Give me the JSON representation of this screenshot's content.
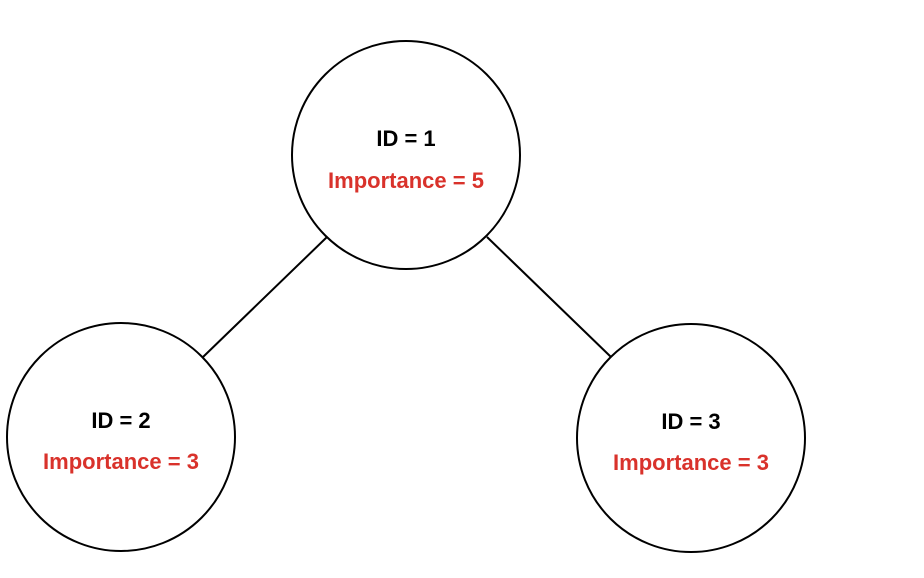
{
  "colors": {
    "id_text": "#000000",
    "importance_text": "#d9322b",
    "stroke": "#000000",
    "background": "#ffffff"
  },
  "nodes": [
    {
      "id_label": "ID = 1",
      "importance_label": "Importance = 5"
    },
    {
      "id_label": "ID = 2",
      "importance_label": "Importance = 3"
    },
    {
      "id_label": "ID = 3",
      "importance_label": "Importance = 3"
    }
  ]
}
